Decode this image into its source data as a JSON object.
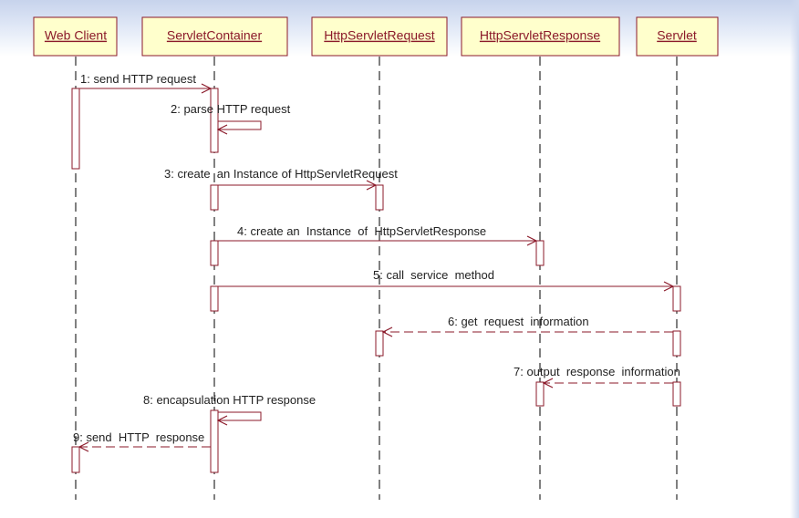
{
  "colors": {
    "box_fill": "#ffffcc",
    "box_stroke": "#8b1a2a",
    "label_text": "#8b1a2a",
    "message_line": "#8b1a2a",
    "lifeline": "#000000",
    "activation_stroke": "#8b1a2a"
  },
  "participants": [
    {
      "id": "web_client",
      "label": "Web Client"
    },
    {
      "id": "servlet_container",
      "label": "ServletContainer"
    },
    {
      "id": "http_servlet_request",
      "label": "HttpServletRequest"
    },
    {
      "id": "http_servlet_response",
      "label": "HttpServletResponse"
    },
    {
      "id": "servlet",
      "label": "Servlet"
    }
  ],
  "messages": [
    {
      "num": 1,
      "label": "1: send HTTP request",
      "from": "web_client",
      "to": "servlet_container",
      "style": "solid"
    },
    {
      "num": 2,
      "label": "2: parse HTTP request",
      "from": "servlet_container",
      "to": "servlet_container",
      "style": "self"
    },
    {
      "num": 3,
      "label": "3: create  an Instance of HttpServletRequest",
      "from": "servlet_container",
      "to": "http_servlet_request",
      "style": "solid"
    },
    {
      "num": 4,
      "label": "4: create an  Instance  of  HttpServletResponse",
      "from": "servlet_container",
      "to": "http_servlet_response",
      "style": "solid"
    },
    {
      "num": 5,
      "label": "5: call  service  method",
      "from": "servlet_container",
      "to": "servlet",
      "style": "solid"
    },
    {
      "num": 6,
      "label": "6: get  request  information",
      "from": "servlet",
      "to": "http_servlet_request",
      "style": "dashed"
    },
    {
      "num": 7,
      "label": "7: output  response  information",
      "from": "servlet",
      "to": "http_servlet_response",
      "style": "dashed"
    },
    {
      "num": 8,
      "label": "8: encapsulation HTTP response",
      "from": "servlet_container",
      "to": "servlet_container",
      "style": "self"
    },
    {
      "num": 9,
      "label": "9: send  HTTP  response",
      "from": "servlet_container",
      "to": "web_client",
      "style": "dashed"
    }
  ]
}
